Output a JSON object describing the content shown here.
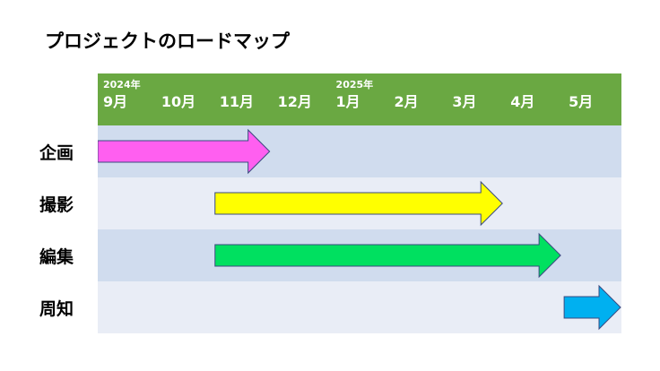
{
  "title": "プロジェクトのロードマップ",
  "chart_data": {
    "type": "gantt",
    "columns": [
      {
        "year": "2024年",
        "month": "9月"
      },
      {
        "year": "",
        "month": "10月"
      },
      {
        "year": "",
        "month": "11月"
      },
      {
        "year": "",
        "month": "12月"
      },
      {
        "year": "2025年",
        "month": "1月"
      },
      {
        "year": "",
        "month": "2月"
      },
      {
        "year": "",
        "month": "3月"
      },
      {
        "year": "",
        "month": "4月"
      },
      {
        "year": "",
        "month": "5月"
      }
    ],
    "tasks": [
      {
        "label": "企画",
        "start": 0,
        "end": 3,
        "color": "#ff5ff0"
      },
      {
        "label": "撮影",
        "start": 2,
        "end": 7,
        "color": "#ffff00"
      },
      {
        "label": "編集",
        "start": 2,
        "end": 8,
        "color": "#00e060"
      },
      {
        "label": "周知",
        "start": 8,
        "end": 9,
        "color": "#00b0f0"
      }
    ],
    "header_color": "#6aa842"
  }
}
